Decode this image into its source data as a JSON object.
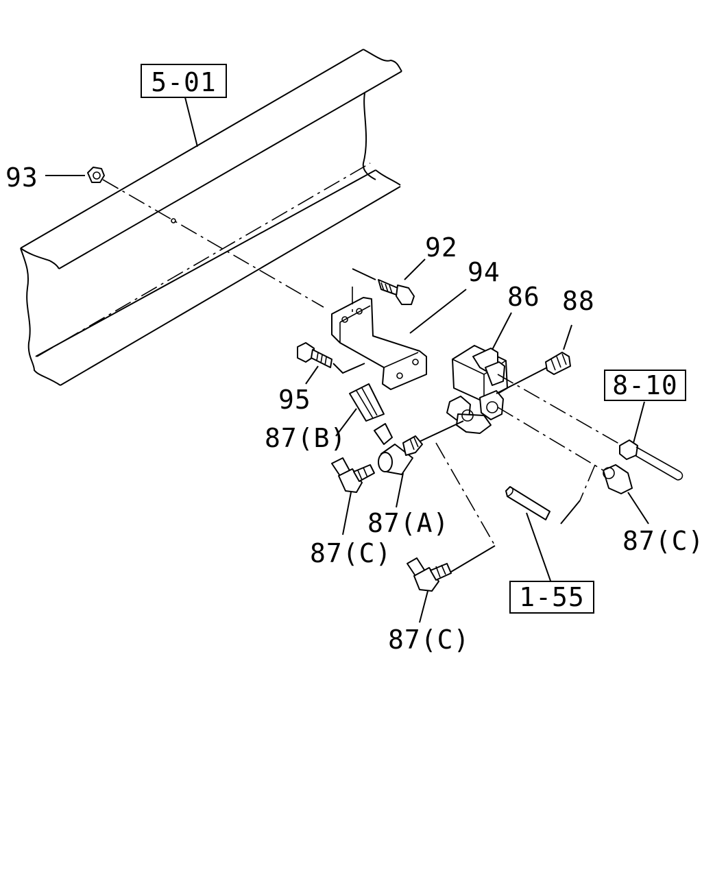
{
  "callouts": {
    "93": "93",
    "92": "92",
    "94": "94",
    "86": "86",
    "88": "88",
    "95": "95",
    "87B": "87(B)",
    "87A": "87(A)",
    "87C_left": "87(C)",
    "87C_bottom": "87(C)",
    "87C_right": "87(C)"
  },
  "references": {
    "r501": "5-01",
    "r810": "8-10",
    "r155": "1-55"
  }
}
